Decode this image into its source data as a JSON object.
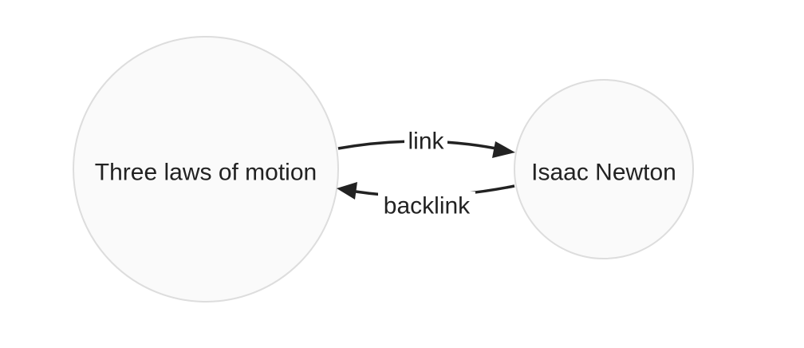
{
  "nodes": {
    "source": {
      "label": "Three laws of motion"
    },
    "target": {
      "label": "Isaac Newton"
    }
  },
  "edges": {
    "forward": {
      "label": "link"
    },
    "backward": {
      "label": "backlink"
    }
  },
  "colors": {
    "node_fill": "#fafafa",
    "node_stroke": "#dddddd",
    "edge": "#222222",
    "text": "#222222",
    "background": "#ffffff"
  }
}
